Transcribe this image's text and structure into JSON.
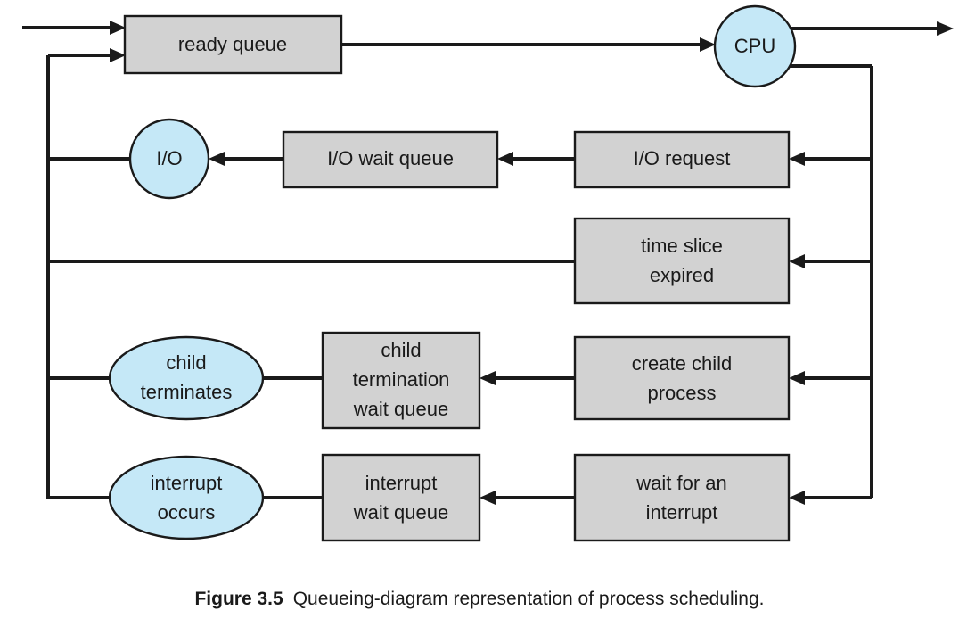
{
  "figure": {
    "caption_label": "Figure 3.5",
    "caption_text": "Queueing-diagram representation of process scheduling."
  },
  "colors": {
    "box_fill": "#d2d2d2",
    "ellipse_fill": "#c5e8f7",
    "stroke": "#1a1a1a",
    "background": "#ffffff"
  },
  "diagram": {
    "type": "queueing-diagram",
    "nodes": {
      "ready_queue": {
        "label": "ready queue",
        "shape": "rect",
        "fill": "#d2d2d2"
      },
      "cpu": {
        "label": "CPU",
        "shape": "circle",
        "fill": "#c5e8f7"
      },
      "io": {
        "label": "I/O",
        "shape": "circle",
        "fill": "#c5e8f7"
      },
      "io_wait_queue": {
        "label": "I/O wait queue",
        "shape": "rect",
        "fill": "#d2d2d2"
      },
      "io_request": {
        "label": "I/O request",
        "shape": "rect",
        "fill": "#d2d2d2"
      },
      "time_slice_expired_line1": "time slice",
      "time_slice_expired_line2": "expired",
      "child_terminates_line1": "child",
      "child_terminates_line2": "terminates",
      "child_termination_wait_queue_line1": "child",
      "child_termination_wait_queue_line2": "termination",
      "child_termination_wait_queue_line3": "wait queue",
      "create_child_process_line1": "create child",
      "create_child_process_line2": "process",
      "interrupt_occurs_line1": "interrupt",
      "interrupt_occurs_line2": "occurs",
      "interrupt_wait_queue_line1": "interrupt",
      "interrupt_wait_queue_line2": "wait queue",
      "wait_for_an_interrupt_line1": "wait for an",
      "wait_for_an_interrupt_line2": "interrupt"
    },
    "rows": [
      {
        "name": "ready-queue-row",
        "queue": "ready queue",
        "target": "CPU"
      },
      {
        "name": "io-row",
        "event": "I/O",
        "queue": "I/O wait queue",
        "source": "I/O request"
      },
      {
        "name": "time-slice-row",
        "source": "time slice expired"
      },
      {
        "name": "child-row",
        "event": "child terminates",
        "queue": "child termination wait queue",
        "source": "create child process"
      },
      {
        "name": "interrupt-row",
        "event": "interrupt occurs",
        "queue": "interrupt wait queue",
        "source": "wait for an interrupt"
      }
    ]
  }
}
